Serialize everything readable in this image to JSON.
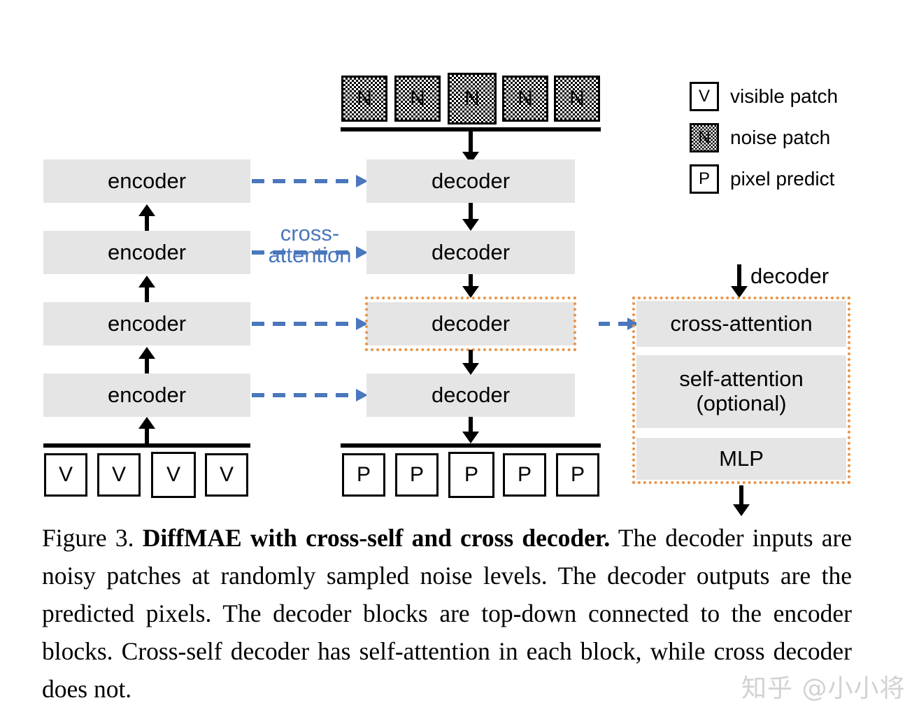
{
  "figure": {
    "encoder_column": {
      "label": "encoder",
      "blocks": [
        {
          "label": "encoder"
        },
        {
          "label": "encoder"
        },
        {
          "label": "encoder"
        },
        {
          "label": "encoder"
        }
      ],
      "input_patches": [
        {
          "label": "V"
        },
        {
          "label": "V"
        },
        {
          "label": "V"
        },
        {
          "label": "V"
        }
      ]
    },
    "decoder_column": {
      "blocks": [
        {
          "label": "decoder",
          "highlighted": false
        },
        {
          "label": "decoder",
          "highlighted": false
        },
        {
          "label": "decoder",
          "highlighted": true
        },
        {
          "label": "decoder",
          "highlighted": false
        }
      ],
      "input_patches": [
        {
          "label": "N"
        },
        {
          "label": "N"
        },
        {
          "label": "N"
        },
        {
          "label": "N"
        },
        {
          "label": "N"
        }
      ],
      "output_patches": [
        {
          "label": "P"
        },
        {
          "label": "P"
        },
        {
          "label": "P"
        },
        {
          "label": "P"
        },
        {
          "label": "P"
        }
      ]
    },
    "cross_attention_label": "cross-\nattention",
    "detail_panel": {
      "title": "decoder",
      "rows": [
        {
          "label": "cross-attention"
        },
        {
          "label": "self-attention\n(optional)"
        },
        {
          "label": "MLP"
        }
      ]
    },
    "legend": {
      "items": [
        {
          "symbol": "V",
          "text": "visible patch",
          "kind": "plain"
        },
        {
          "symbol": "N",
          "text": "noise patch",
          "kind": "noise"
        },
        {
          "symbol": "P",
          "text": "pixel predict",
          "kind": "plain"
        }
      ]
    },
    "colors": {
      "block_fill": "#e5e5e5",
      "cross_attention": "#4a77bd",
      "highlight_border": "#e8944a",
      "stroke": "#000000"
    }
  },
  "caption": {
    "figure_number": "Figure 3.",
    "title": "DiffMAE with cross-self and cross decoder.",
    "body": "The decoder inputs are noisy patches at randomly sampled noise levels. The decoder outputs are the predicted pixels. The decoder blocks are top-down connected to the encoder blocks. Cross-self decoder has self-attention in each block, while cross decoder does not."
  },
  "watermark": {
    "text": "知乎 @小小将"
  }
}
